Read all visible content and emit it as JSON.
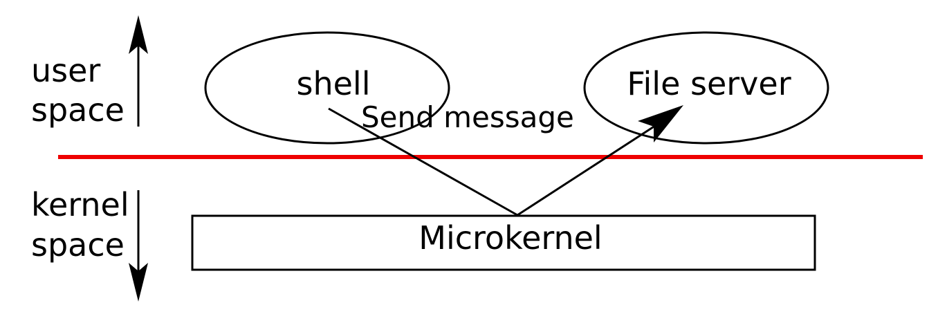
{
  "labels": {
    "user_line1": "user",
    "user_line2": "space",
    "kernel_line1": "kernel",
    "kernel_line2": "space"
  },
  "nodes": {
    "shell": "shell",
    "file_server": "File server",
    "microkernel": "Microkernel"
  },
  "edge": {
    "message": "Send message"
  },
  "colors": {
    "boundary": "#ee0000",
    "stroke": "#000000"
  }
}
